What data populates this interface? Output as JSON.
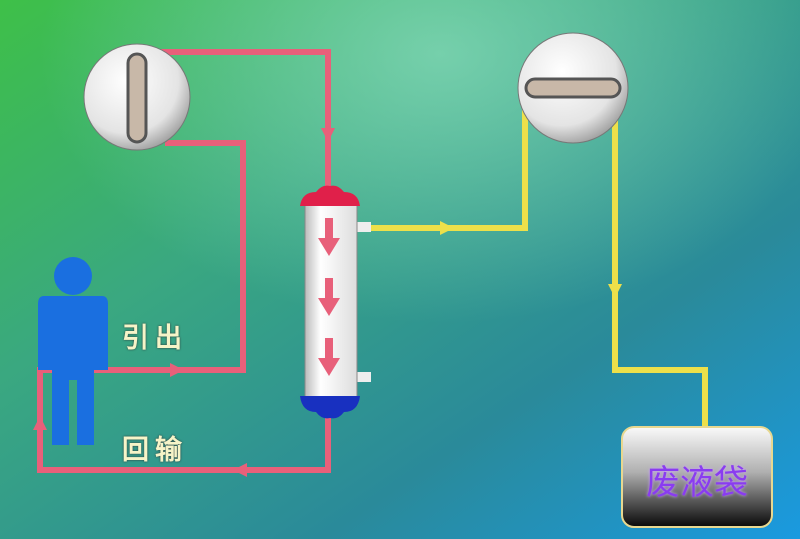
{
  "labels": {
    "draw_out": "引出",
    "return": "回输",
    "waste_bag": "废液袋"
  },
  "colors": {
    "blood_line": "#e8607a",
    "waste_line": "#ede04a",
    "inlet_cap": "#e0204a",
    "outlet_cap": "#1830c0",
    "person": "#1a6fe0",
    "bag_text": "#8a3cf0"
  }
}
